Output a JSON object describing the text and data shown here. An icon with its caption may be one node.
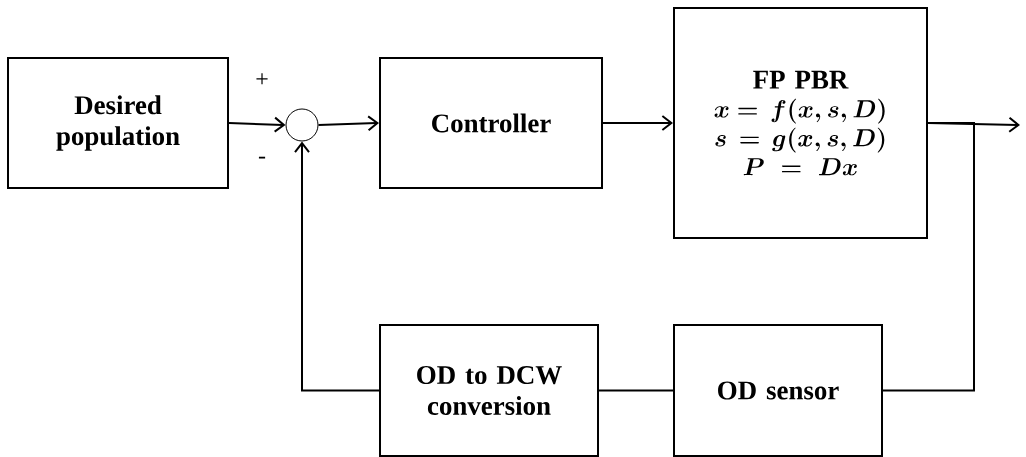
{
  "diagram": {
    "nodes": [
      {
        "text": [
          "Desired population"
        ]
      },
      {
        "text": [],
        "shape": "circle"
      },
      {
        "text": [
          "Controller"
        ]
      },
      {
        "text": [
          "FP PBR",
          "x\\!= f(x,s,D)",
          "s = g(x,s,D)",
          "P = Dx"
        ]
      },
      {
        "text": [
          "OD to DCW conversion"
        ]
      },
      {
        "text": [
          "OD sensor"
        ]
      }
    ],
    "edges": [
      {
        "from": 0,
        "to": 1,
        "arrow": "to"
      },
      {
        "from": 1,
        "to": 2,
        "arrow": "to"
      },
      {
        "from": 2,
        "to": 3,
        "arrow": "to"
      },
      {
        "from": 3,
        "to": null,
        "arrow": "to"
      },
      {
        "from": 3,
        "to": 5,
        "arrow": "none"
      },
      {
        "from": 5,
        "to": 4,
        "arrow": "none"
      },
      {
        "from": 4,
        "to": 1,
        "arrow": "to"
      }
    ],
    "labels": [
      "+",
      "-"
    ]
  }
}
